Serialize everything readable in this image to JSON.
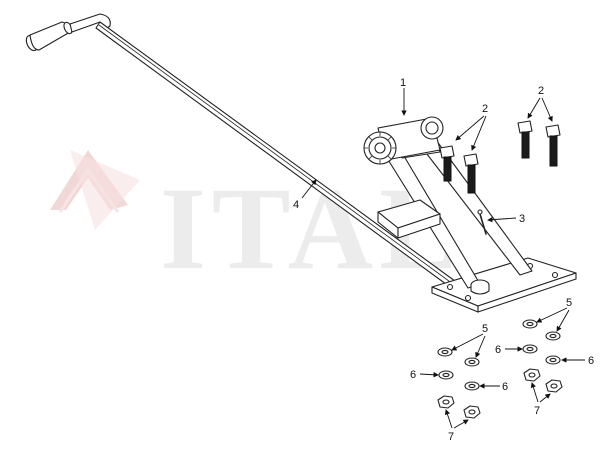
{
  "diagram": {
    "watermark": {
      "text": "ITAL",
      "red": "#e8b8b8",
      "gray": "#ececec"
    },
    "callouts": {
      "c1": "1",
      "c2a": "2",
      "c2b": "2",
      "c3": "3",
      "c4": "4",
      "c5a": "5",
      "c5b": "5",
      "c6a": "6",
      "c6b": "6",
      "c6c": "6",
      "c6d": "6",
      "c7a": "7",
      "c7b": "7"
    },
    "colors": {
      "line": "#222222",
      "fill": "#ffffff",
      "bolt": "#1b1b1b"
    }
  }
}
